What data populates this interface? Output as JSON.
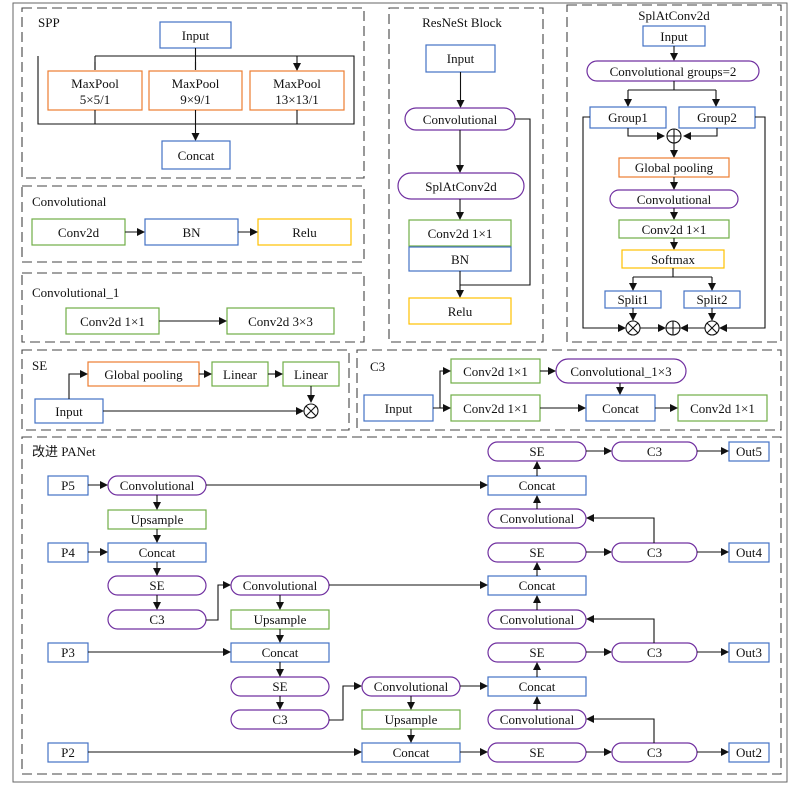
{
  "panels": {
    "spp": {
      "title": "SPP",
      "input": "Input",
      "maxpool": "MaxPool",
      "k5": "5×5/1",
      "k9": "9×9/1",
      "k13": "13×13/1",
      "concat": "Concat"
    },
    "resnest": {
      "title": "ResNeSt Block",
      "input": "Input",
      "conv": "Convolutional",
      "splat": "SplAtConv2d",
      "conv11": "Conv2d 1×1",
      "bn": "BN",
      "relu": "Relu"
    },
    "splat": {
      "title": "SplAtConv2d",
      "input": "Input",
      "groups": "Convolutional groups=2",
      "group1": "Group1",
      "group2": "Group2",
      "gpool": "Global pooling",
      "conv": "Convolutional",
      "conv11": "Conv2d 1×1",
      "softmax": "Softmax",
      "split1": "Split1",
      "split2": "Split2"
    },
    "convolutional": {
      "title": "Convolutional",
      "conv2d": "Conv2d",
      "bn": "BN",
      "relu": "Relu"
    },
    "convolutional1": {
      "title": "Convolutional_1",
      "c11": "Conv2d 1×1",
      "c33": "Conv2d 3×3"
    },
    "se": {
      "title": "SE",
      "gpool": "Global pooling",
      "linear1": "Linear",
      "linear2": "Linear",
      "input": "Input"
    },
    "c3": {
      "title": "C3",
      "input": "Input",
      "c11a": "Conv2d 1×1",
      "conv13": "Convolutional_1×3",
      "c11b": "Conv2d 1×1",
      "concat": "Concat",
      "c11c": "Conv2d 1×1"
    },
    "panet": {
      "title": "改进 PANet",
      "p5": "P5",
      "p4": "P4",
      "p3": "P3",
      "p2": "P2",
      "conv": "Convolutional",
      "upsample": "Upsample",
      "concat": "Concat",
      "se": "SE",
      "c3": "C3",
      "out5": "Out5",
      "out4": "Out4",
      "out3": "Out3",
      "out2": "Out2"
    }
  }
}
